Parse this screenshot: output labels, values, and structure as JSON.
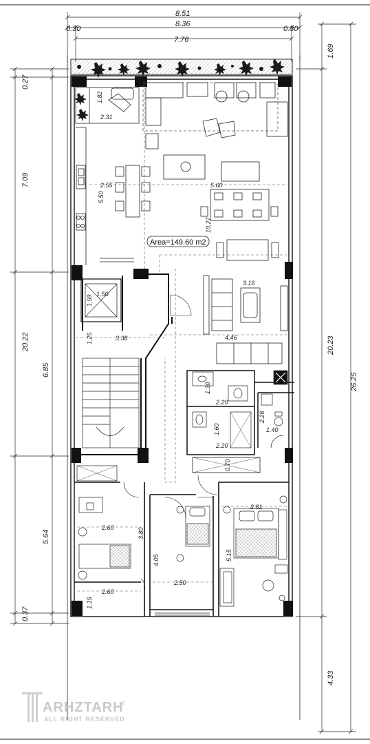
{
  "dimensions": {
    "top_total": "8.51",
    "top_inner": "8.36",
    "top_left_wall": "0.30",
    "top_right_wall": "0.30",
    "top_clear": "7.76",
    "left_top_wall": "0.27",
    "left_living": "7.09",
    "left_total": "20.22",
    "left_stair": "6.85",
    "left_bed": "5.64",
    "left_bottom_wall": "0.37",
    "right_top": "1.69",
    "right_mid": "20.23",
    "right_total": "26.25",
    "right_yard": "4.33",
    "balcony_h": "1.82",
    "balcony_w": "2.31",
    "kitchen_w": "2.55",
    "kitchen_h": "5.50",
    "living_w": "5.60",
    "living_h": "10.27",
    "lounge_w": "3.16",
    "lobby_w": "4.46",
    "elev_w": "1.50",
    "elev_h": "1.59",
    "stair_gap": "1.25",
    "hall_w": "3.38",
    "bath1_h": "1.30",
    "bath1_w": "2.20",
    "bath2_h": "1.60",
    "bath2_w": "2.20",
    "wc_h": "2.26",
    "wc_w": "1.40",
    "closet_w": "0.70",
    "bed1_w": "2.60",
    "bed1_h": "3.80",
    "bed2_h": "4.05",
    "bed2_w": "2.50",
    "bed3_w": "2.81",
    "bed3_h": "5.15",
    "terrace_w": "2.60",
    "terrace_h": "1.15"
  },
  "area_label": "Area=149.60 m2",
  "watermark": {
    "brand": "ARHZTARH",
    "tagline": "ALL RIGHT RESERVED",
    "mark": "©"
  },
  "colors": {
    "wall": "#111111",
    "line": "#222222",
    "dash": "#555555",
    "plant": "#1a1a1a",
    "watermark": "#cccccc"
  }
}
